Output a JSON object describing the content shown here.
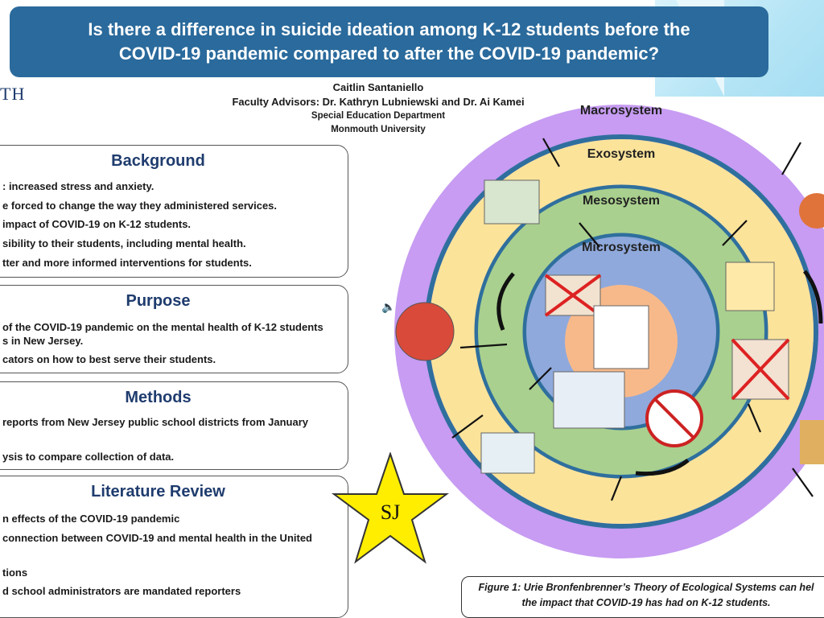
{
  "title": {
    "line1": "Is there a difference in suicide ideation among K-12 students before the",
    "line2": "COVID-19 pandemic compared to after the COVID-19 pandemic?"
  },
  "logo_fragment": "TH",
  "authors": {
    "author": "Caitlin Santaniello",
    "advisors": "Faculty Advisors: Dr. Kathryn Lubniewski and Dr. Ai Kamei",
    "department": "Special Education Department",
    "university": "Monmouth University"
  },
  "sections": {
    "background": {
      "heading": "Background",
      "lines": [
        ": increased stress and anxiety.",
        "e forced to change the way they administered services.",
        "impact of COVID-19 on K-12 students.",
        "sibility to their students, including mental health.",
        "tter and more informed interventions for students."
      ]
    },
    "purpose": {
      "heading": "Purpose",
      "lines": [
        "of the COVID-19 pandemic on the mental health of K-12 students",
        "s in New Jersey.",
        "cators on how to best serve their students."
      ]
    },
    "methods": {
      "heading": "Methods",
      "lines": [
        "reports from New Jersey public school districts from January",
        "ysis to compare collection of data."
      ]
    },
    "literature": {
      "heading": "Literature Review",
      "lines": [
        "n effects of the COVID-19 pandemic",
        "connection between COVID-19 and mental health in the United",
        "tions",
        "d school administrators are mandated reporters"
      ]
    }
  },
  "diagram": {
    "rings": [
      "Macrosystem",
      "Exosystem",
      "Mesosystem",
      "Microsystem"
    ],
    "colors": {
      "macro": "#c79cf2",
      "exo": "#fbe39a",
      "meso": "#a9d08e",
      "micro": "#8fa9dc",
      "center": "#f8b98a"
    }
  },
  "star_text": "SJ",
  "caption": {
    "line1": "Figure 1: Urie Bronfenbrenner’s Theory of Ecological Systems can hel",
    "line2": "the impact that COVID-19 has had on K-12 students."
  }
}
